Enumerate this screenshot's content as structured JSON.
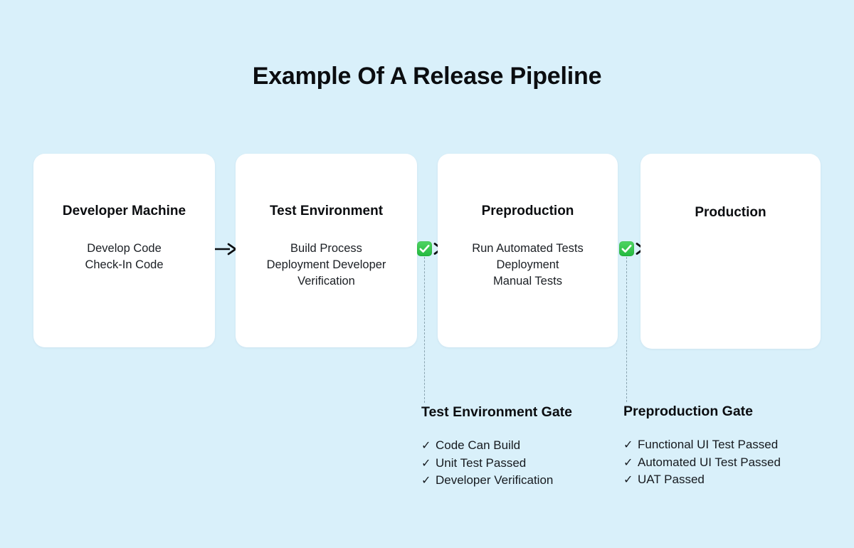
{
  "page": {
    "title": "Example Of A Release Pipeline",
    "background_color": "#d9f0fa",
    "accent_green": "#2ebf4a",
    "text_color": "#0b0d10"
  },
  "stages": [
    {
      "name": "Developer Machine",
      "items": [
        "Develop Code",
        "Check-In Code"
      ],
      "body_text": "Develop Code\nCheck-In Code"
    },
    {
      "name": "Test Environment",
      "items": [
        "Build Process",
        "Deployment Developer Verification"
      ],
      "body_text": "Build Process\nDeployment Developer Verification"
    },
    {
      "name": "Preproduction",
      "items": [
        "Run Automated Tests",
        "Deployment",
        "Manual Tests"
      ],
      "body_text": "Run Automated Tests\nDeployment\nManual Tests"
    },
    {
      "name": "Production",
      "items": [],
      "body_text": ""
    }
  ],
  "connectors": [
    {
      "type": "arrow",
      "from": "Developer Machine",
      "to": "Test Environment",
      "icon": "arrow-right-icon"
    },
    {
      "type": "gate",
      "from": "Test Environment",
      "to": "Preproduction",
      "icon": "green-check-badge-icon",
      "gate": "Test Environment Gate"
    },
    {
      "type": "gate",
      "from": "Preproduction",
      "to": "Production",
      "icon": "green-check-badge-icon",
      "gate": "Preproduction Gate"
    }
  ],
  "gates": [
    {
      "title": "Test Environment Gate",
      "check_glyph": "✓",
      "criteria": [
        "Code Can Build",
        "Unit Test Passed",
        "Developer Verification"
      ]
    },
    {
      "title": "Preproduction Gate",
      "check_glyph": "✓",
      "criteria": [
        "Functional UI Test Passed",
        "Automated UI Test Passed",
        "UAT Passed"
      ]
    }
  ]
}
